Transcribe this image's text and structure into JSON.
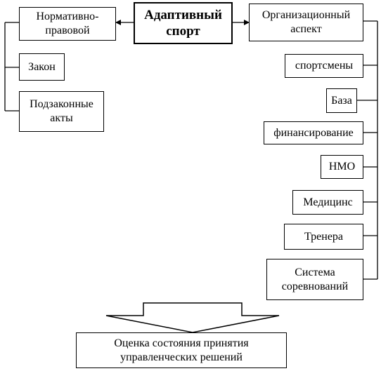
{
  "center": {
    "label": "Адаптивный\nспорт"
  },
  "left_branch": {
    "header": "Нормативно-\nправовой",
    "items": [
      "Закон",
      "Подзаконные\nакты"
    ]
  },
  "right_branch": {
    "header": "Организационный\nаспект",
    "items": [
      "спортсмены",
      "База",
      "финансирование",
      "НМО",
      "Медицинс",
      "Тренера",
      "Система\nсоревнований"
    ]
  },
  "result": {
    "label": "Оценка состояния принятия\nуправленческих решений"
  }
}
